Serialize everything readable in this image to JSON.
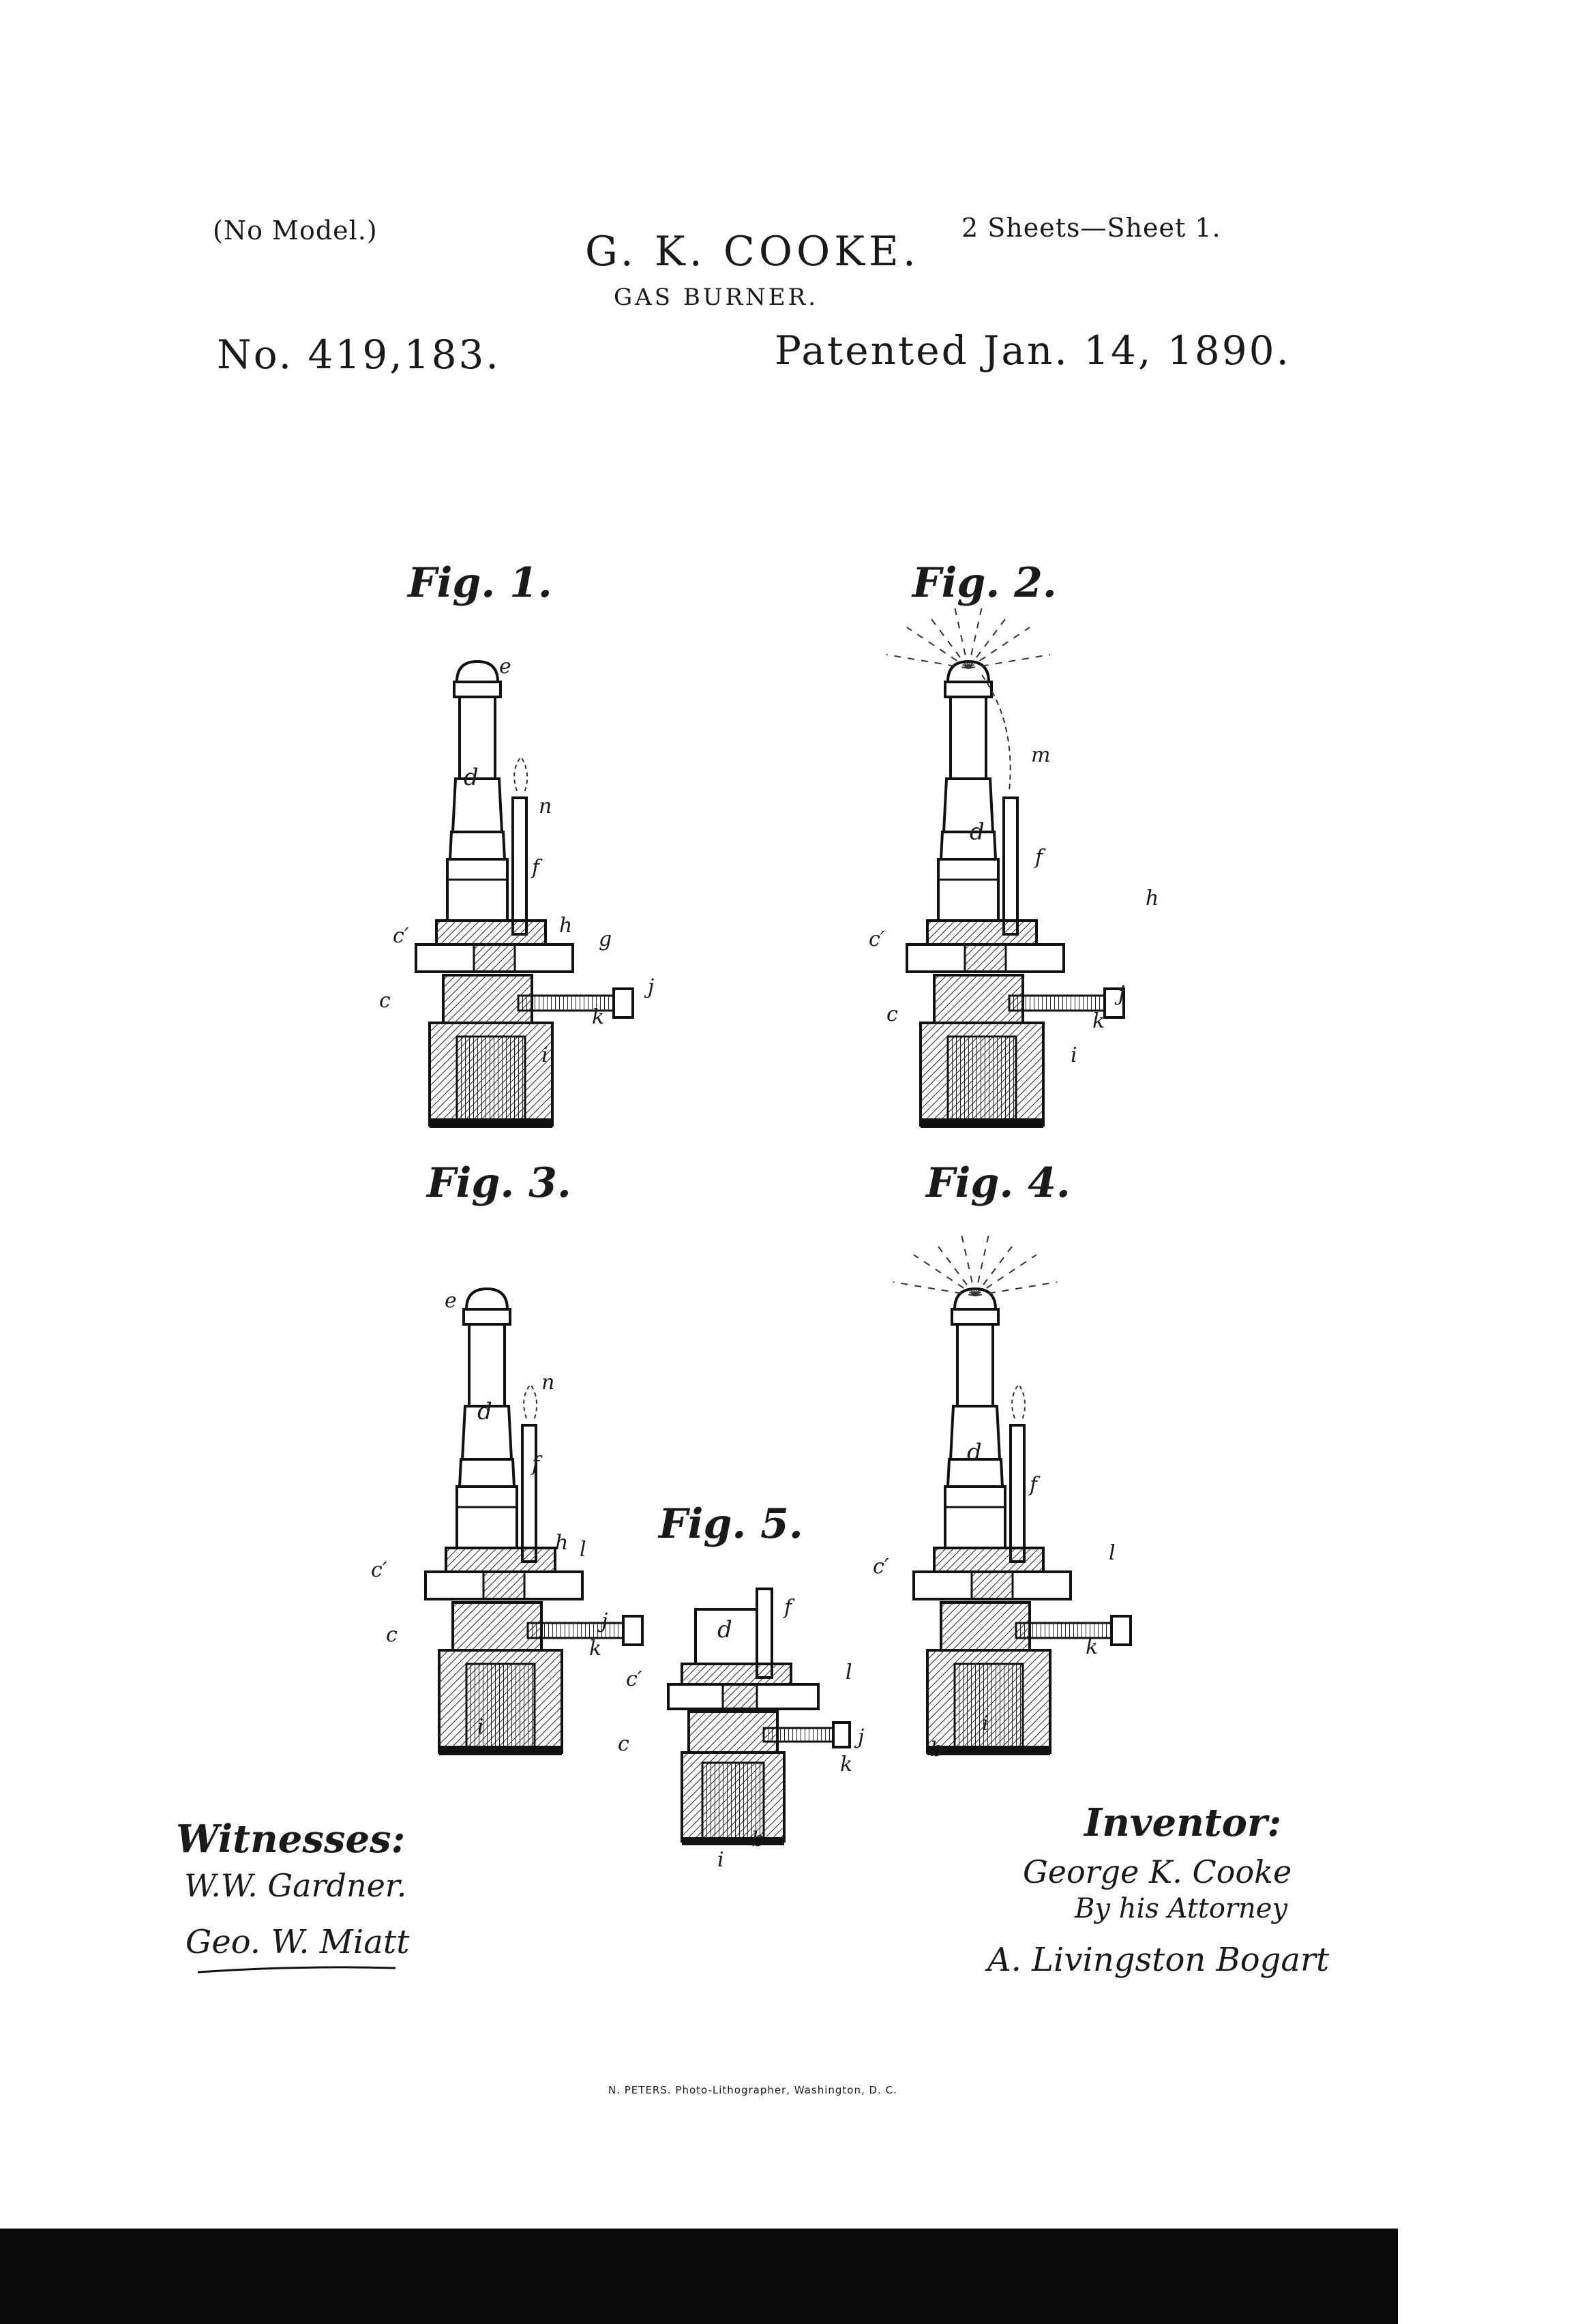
{
  "header": {
    "model": "(No Model.)",
    "inventor_name": "G. K. COOKE.",
    "sheets": "2 Sheets—Sheet 1.",
    "title": "GAS BURNER.",
    "patent_no": "No. 419,183.",
    "patented": "Patented Jan. 14, 1890."
  },
  "figures": {
    "fig1": "Fig. 1.",
    "fig2": "Fig. 2.",
    "fig3": "Fig. 3.",
    "fig4": "Fig. 4.",
    "fig5": "Fig. 5."
  },
  "signatures": {
    "witnesses_heading": "Witnesses:",
    "witness1": "W.W. Gardner.",
    "witness2": "Geo. W. Miatt",
    "inventor_heading": "Inventor:",
    "inventor": "George K. Cooke",
    "by_attorney": "By his Attorney",
    "attorney": "A. Livingston Bogart"
  },
  "footer": {
    "lithographer": "N. PETERS. Photo-Lithographer, Washington, D. C."
  }
}
